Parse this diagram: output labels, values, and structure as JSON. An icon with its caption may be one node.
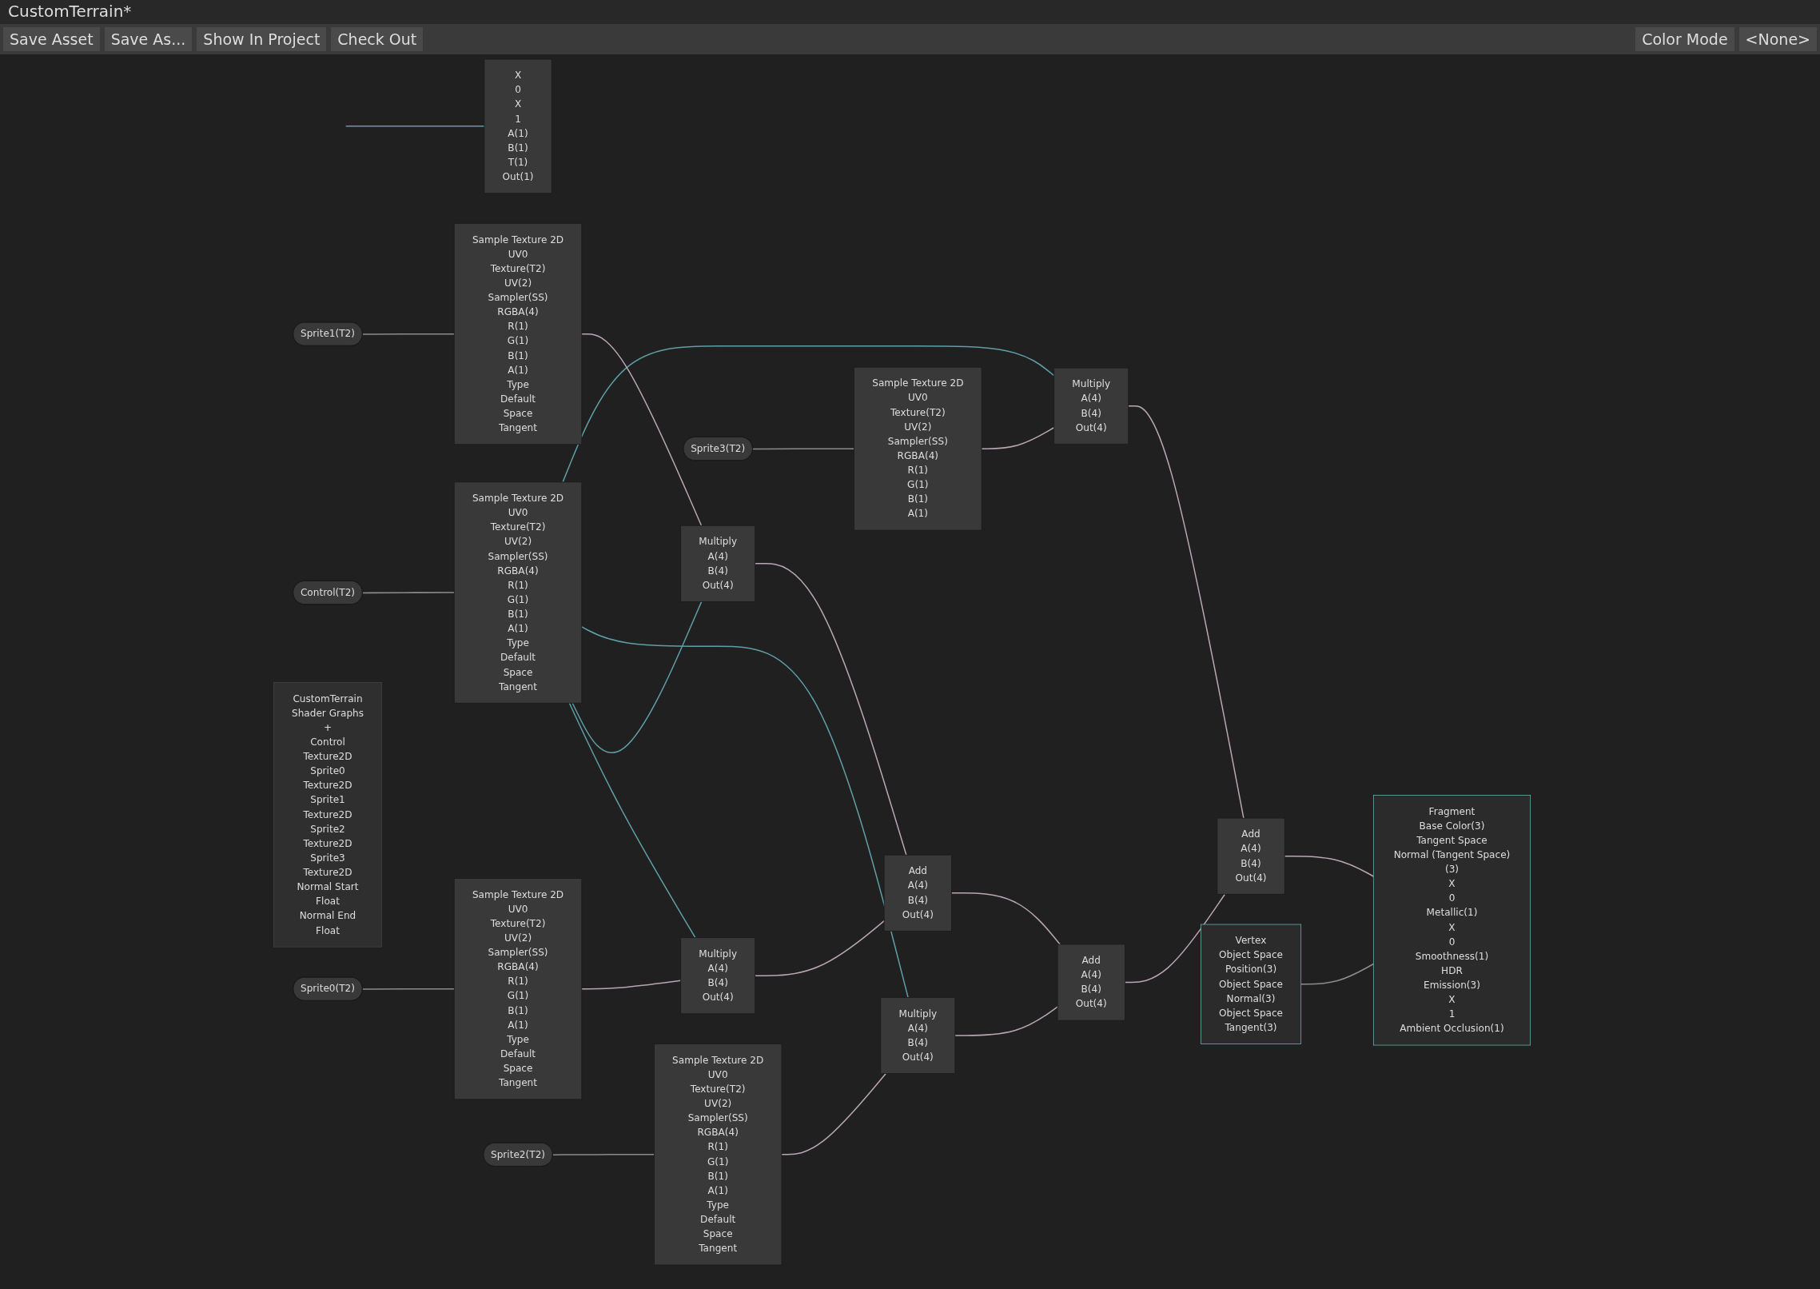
{
  "diagram": {
    "title": "CustomTerrain*",
    "nodes": [
      {
        "text": [
          "CustomTerrain",
          "Shader Graphs",
          "+",
          "Control",
          "Texture2D",
          "Sprite0",
          "Texture2D",
          "Sprite1",
          "Texture2D",
          "Sprite2",
          "Texture2D",
          "Sprite3",
          "Texture2D",
          "Normal Start",
          "Float",
          "Normal End",
          "Float"
        ]
      },
      {
        "text": [
          "X",
          "0",
          "X",
          "1",
          "A(1)",
          "B(1)",
          "T(1)",
          "Out(1)"
        ]
      },
      {
        "text": [
          "Control(T2)"
        ]
      },
      {
        "text": [
          "Sample Texture 2D",
          "UV0",
          "Texture(T2)",
          "UV(2)",
          "Sampler(SS)",
          "RGBA(4)",
          "R(1)",
          "G(1)",
          "B(1)",
          "A(1)",
          "Type",
          "Default",
          "Space",
          "Tangent"
        ]
      },
      {
        "text": [
          "Sprite0(T2)"
        ]
      },
      {
        "text": [
          "Sample Texture 2D",
          "UV0",
          "Texture(T2)",
          "UV(2)",
          "Sampler(SS)",
          "RGBA(4)",
          "R(1)",
          "G(1)",
          "B(1)",
          "A(1)",
          "Type",
          "Default",
          "Space",
          "Tangent"
        ]
      },
      {
        "text": [
          "Sprite1(T2)"
        ]
      },
      {
        "text": [
          "Sample Texture 2D",
          "UV0",
          "Texture(T2)",
          "UV(2)",
          "Sampler(SS)",
          "RGBA(4)",
          "R(1)",
          "G(1)",
          "B(1)",
          "A(1)",
          "Type",
          "Default",
          "Space",
          "Tangent"
        ]
      },
      {
        "text": [
          "Sprite2(T2)"
        ]
      },
      {
        "text": [
          "Sample Texture 2D",
          "UV0",
          "Texture(T2)",
          "UV(2)",
          "Sampler(SS)",
          "RGBA(4)",
          "R(1)",
          "G(1)",
          "B(1)",
          "A(1)",
          "Type",
          "Default",
          "Space",
          "Tangent"
        ]
      },
      {
        "text": [
          "Sprite3(T2)"
        ]
      },
      {
        "text": [
          "Sample Texture 2D",
          "UV0",
          "Texture(T2)",
          "UV(2)",
          "Sampler(SS)",
          "RGBA(4)",
          "R(1)",
          "G(1)",
          "B(1)",
          "A(1)"
        ]
      },
      {
        "text": [
          "Multiply",
          "A(4)",
          "B(4)",
          "Out(4)"
        ]
      },
      {
        "text": [
          "Multiply",
          "A(4)",
          "B(4)",
          "Out(4)"
        ]
      },
      {
        "text": [
          "Multiply",
          "A(4)",
          "B(4)",
          "Out(4)"
        ]
      },
      {
        "text": [
          "Multiply",
          "A(4)",
          "B(4)",
          "Out(4)"
        ]
      },
      {
        "text": [
          "Add",
          "A(4)",
          "B(4)",
          "Out(4)"
        ]
      },
      {
        "text": [
          "Add",
          "A(4)",
          "B(4)",
          "Out(4)"
        ]
      },
      {
        "text": [
          "Add",
          "A(4)",
          "B(4)",
          "Out(4)"
        ]
      },
      {
        "text": [
          "Vertex",
          "Object Space",
          "Position(3)",
          "Object Space",
          "Normal(3)",
          "Object Space",
          "Tangent(3)"
        ]
      },
      {
        "text": [
          "Fragment",
          "Base Color(3)",
          "Tangent Space",
          "Normal (Tangent Space)(3)",
          "X",
          "0",
          "Metallic(1)",
          "X",
          "0",
          "Smoothness(1)",
          "HDR",
          "Emission(3)",
          "X",
          "1",
          "Ambient Occlusion(1)"
        ]
      }
    ],
    "edges": [
      {
        "from": null,
        "to": 1,
        "arrow": "none",
        "color": "#5f9ea6"
      },
      {
        "from": 2,
        "to": 3,
        "arrow": "none",
        "color": "#8c8c8c"
      },
      {
        "from": 4,
        "to": 5,
        "arrow": "none",
        "color": "#8c8c8c"
      },
      {
        "from": 6,
        "to": 7,
        "arrow": "none",
        "color": "#8c8c8c"
      },
      {
        "from": 8,
        "to": 9,
        "arrow": "none",
        "color": "#8c8c8c"
      },
      {
        "from": 10,
        "to": 11,
        "arrow": "none",
        "color": "#8c8c8c"
      },
      {
        "from": 3,
        "to": 12,
        "arrow": "none",
        "color": "#5f9ea6"
      },
      {
        "from": 3,
        "to": 13,
        "arrow": "none",
        "color": "#5f9ea6"
      },
      {
        "from": 3,
        "to": 14,
        "arrow": "none",
        "color": "#5f9ea6"
      },
      {
        "from": 3,
        "to": 15,
        "arrow": "none",
        "color": "#5f9ea6"
      },
      {
        "from": 5,
        "to": 12,
        "arrow": "none"
      },
      {
        "from": 7,
        "to": 13,
        "arrow": "none"
      },
      {
        "from": 9,
        "to": 14,
        "arrow": "none"
      },
      {
        "from": 11,
        "to": 15,
        "arrow": "none"
      },
      {
        "from": 12,
        "to": 16,
        "arrow": "none"
      },
      {
        "from": 13,
        "to": 16,
        "arrow": "none"
      },
      {
        "from": 16,
        "to": 17,
        "arrow": "none"
      },
      {
        "from": 14,
        "to": 17,
        "arrow": "none"
      },
      {
        "from": 17,
        "to": 18,
        "arrow": "none"
      },
      {
        "from": 15,
        "to": 18,
        "arrow": "none"
      },
      {
        "from": 18,
        "to": 20,
        "arrow": "none"
      },
      {
        "from": 19,
        "to": 20,
        "arrow": "none",
        "color": "#8c8c8c"
      }
    ],
    "labels": [
      "Save Asset",
      "Save As...",
      "Show In Project",
      "Check Out",
      "Color Mode",
      "<None>"
    ]
  }
}
